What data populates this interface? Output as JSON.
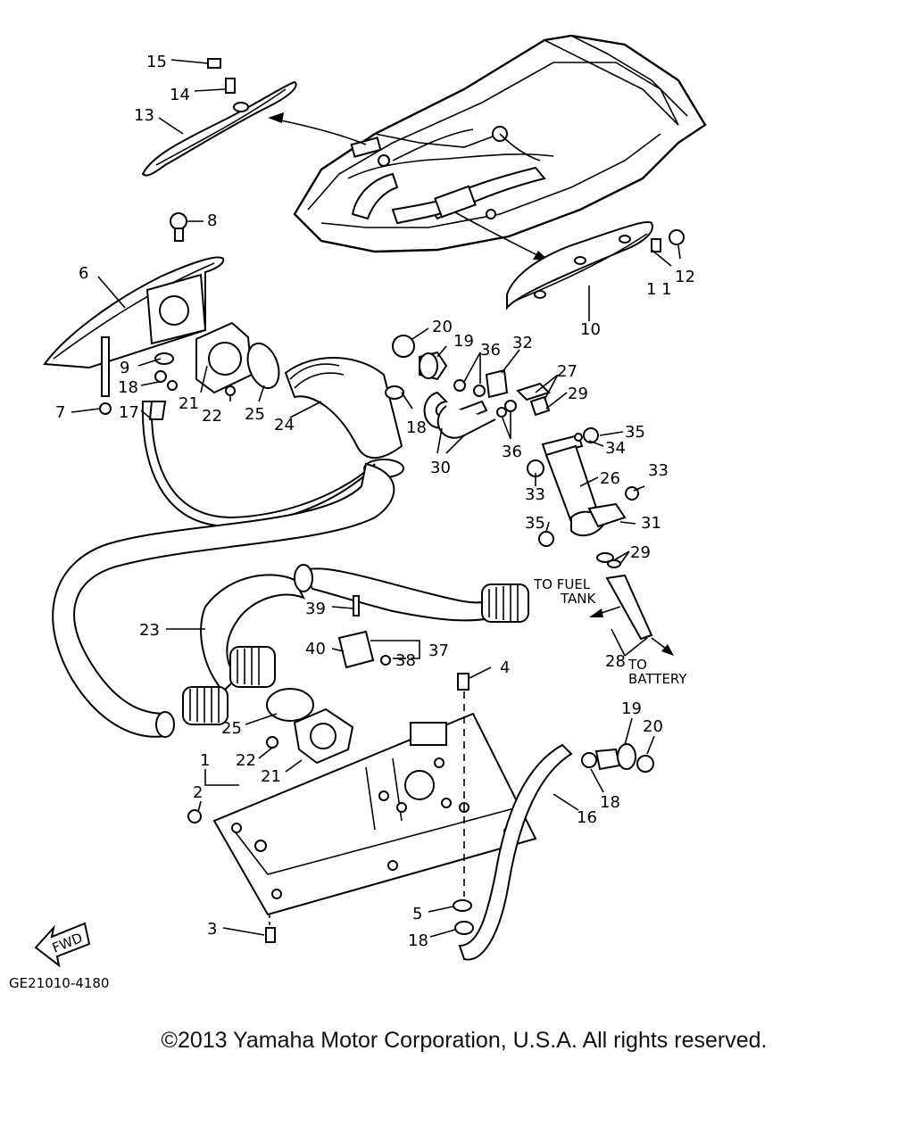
{
  "diagram_code": "GE21010-4180",
  "copyright": "©2013 Yamaha Motor Corporation, U.S.A. All rights reserved.",
  "notes": {
    "fwd": "FWD",
    "to_fuel_tank_1": "TO FUEL",
    "to_fuel_tank_2": "TANK",
    "to_battery_1": "TO",
    "to_battery_2": "BATTERY"
  },
  "callouts": {
    "c1": "1",
    "c2": "2",
    "c3": "3",
    "c4": "4",
    "c5": "5",
    "c6": "6",
    "c7": "7",
    "c8": "8",
    "c9": "9",
    "c10": "10",
    "c11": "1 1",
    "c12": "12",
    "c13": "13",
    "c14": "14",
    "c15": "15",
    "c16": "16",
    "c17": "17",
    "c18a": "18",
    "c18b": "18",
    "c18c": "18",
    "c18d": "18",
    "c19a": "19",
    "c19b": "19",
    "c20a": "20",
    "c20b": "20",
    "c21a": "21",
    "c21b": "21",
    "c22a": "22",
    "c22b": "22",
    "c23": "23",
    "c24": "24",
    "c25a": "25",
    "c25b": "25",
    "c26": "26",
    "c27": "27",
    "c28": "28",
    "c29a": "29",
    "c29b": "29",
    "c30": "30",
    "c31": "31",
    "c32": "32",
    "c33a": "33",
    "c33b": "33",
    "c34": "34",
    "c35a": "35",
    "c35b": "35",
    "c36a": "36",
    "c36b": "36",
    "c37": "37",
    "c38": "38",
    "c39": "39",
    "c40": "40"
  }
}
